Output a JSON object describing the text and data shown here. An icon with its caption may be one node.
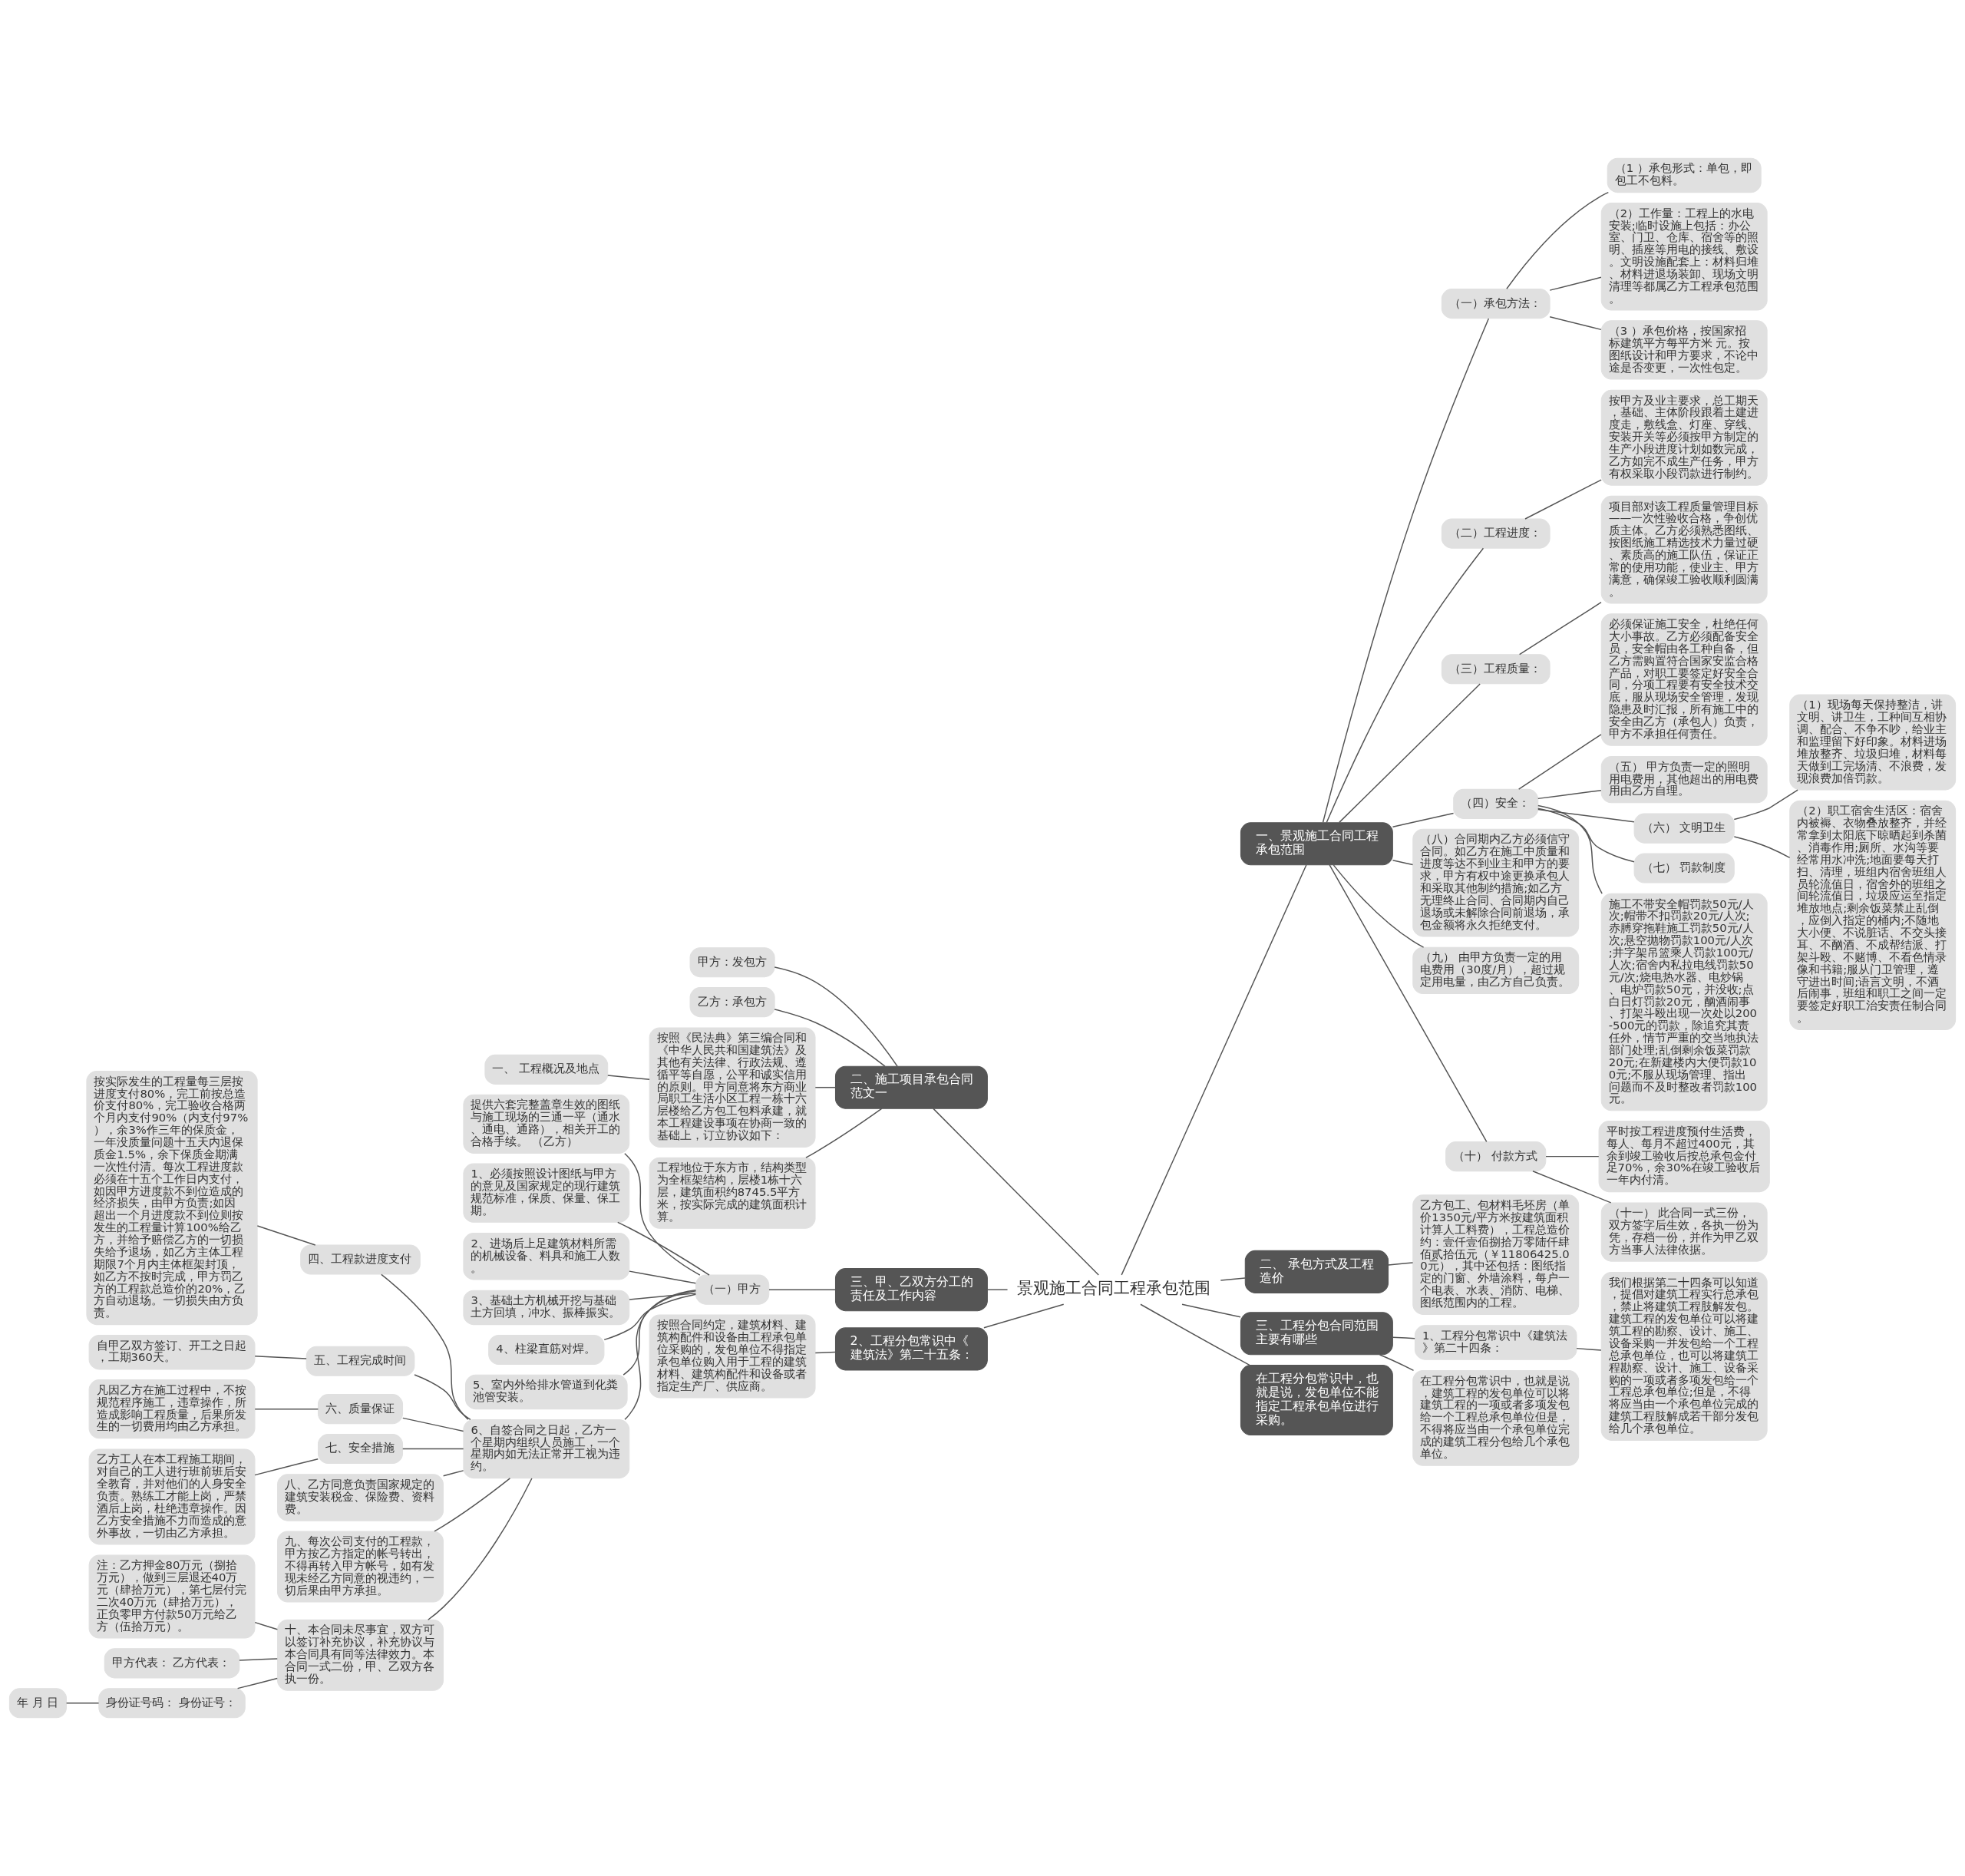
{
  "diagram": {
    "nodes": [
      {
        "text": [
          "景观施工合同工程承包范围"
        ]
      },
      {
        "text": [
          "一、景观施工合同工程承包范围"
        ]
      },
      {
        "text": [
          "（一）承包方法："
        ]
      },
      {
        "text": [
          "（1 ）承包形式：单包，即包工不包料。"
        ]
      },
      {
        "text": [
          "（2）工作量：工程上的水电安装;临时设施上包括：办公室、门卫、仓库、宿舍等的照明、插座等用电的接线、敷设。文明设施配套上：材料归堆、材料进退场装卸、现场文明清理等都属乙方工程承包范围。"
        ]
      },
      {
        "text": [
          "（3 ）承包价格，按国家招标建筑平方每平方米 元。按图纸设计和甲方要求，不论中途是否变更，一次性包定。"
        ]
      },
      {
        "text": [
          "（二）工程进度："
        ]
      },
      {
        "text": [
          "按甲方及业主要求，总工期天，基础、主体阶段跟着土建进度走，敷线盒、灯座、穿线、安装开关等必须按甲方制定的生产小段进度计划如数完成，乙方如完不成生产任务，甲方有权采取小段罚款进行制约。"
        ]
      },
      {
        "text": [
          "（三）工程质量："
        ]
      },
      {
        "text": [
          "项目部对该工程质量管理目标——一次性验收合格，争创优质主体。乙方必须熟悉图纸、按图纸施工精选技术力量过硬、素质高的施工队伍，保证正常的使用功能，使业主、甲方满意，确保竣工验收顺利圆满。"
        ]
      },
      {
        "text": [
          "（四）安全："
        ]
      },
      {
        "text": [
          "必须保证施工安全，杜绝任何大小事故。乙方必须配备安全员，安全帽由各工种自备，但乙方需购置符合国家安监合格产品，对职工要签定好安全合同，分项工程要有安全技术交底，服从现场安全管理，发现隐患及时汇报，所有施工中的安全由乙方（承包人）负责，甲方不承担任何责任。"
        ]
      },
      {
        "text": [
          "（五） 甲方负责一定的照明用电费用，其他超出的用电费用由乙方自理。"
        ]
      },
      {
        "text": [
          "（六） 文明卫生"
        ]
      },
      {
        "text": [
          "（1）现场每天保持整洁，讲文明、讲卫生，工种间互相协调、配合、不争不吵，给业主和监理留下好印象。材料进场堆放整齐、垃圾归堆，材料每天做到工完场清、不浪费，发现浪费加倍罚款。"
        ]
      },
      {
        "text": [
          "（2）职工宿舍生活区：宿舍内被褥、衣物叠放整齐，并经常拿到太阳底下晾晒起到杀菌、消毒作用;厕所、水沟等要经常用水冲洗;地面要每天打扫、清理，班组内宿舍班组人员轮流值日，宿舍外的班组之间轮流值日，垃圾应运至指定堆放地点;剩余饭菜禁止乱倒，应倒入指定的桶内;不随地大小便、不说脏话、不交头接耳、不酗酒、不成帮结派、打架斗殴、不赌博、不看色情录像和书籍;服从门卫管理，遵守进出时间;语言文明，不酒后闹事，班组和职工之间一定要签定好职工治安责任制合同。"
        ]
      },
      {
        "text": [
          "（七） 罚款制度"
        ]
      },
      {
        "text": [
          "施工不带安全帽罚款50元/人次;帽带不扣罚款20元/人次;赤膊穿拖鞋施工罚款50元/人次;悬空抛物罚款100元/人次;井字架吊篮乘人罚款100元/人次;宿舍内私拉电线罚款50元/次;烧电热水器、电炒锅、电炉罚款50元，并没收;点白日灯罚款20元，酗酒闹事、打架斗殴出现一次处以200-500元的罚款，除追究其责任外，情节严重的交当地执法部门处理;乱倒剩余饭菜罚款20元;在新建楼内大便罚款100元;不服从现场管理、指出问题而不及时整改者罚款100元。"
        ]
      },
      {
        "text": [
          "（八）合同期内乙方必须信守合同。如乙方在施工中质量和进度等达不到业主和甲方的要求，甲方有权中途更换承包人和采取其他制约措施;如乙方无理终止合同、合同期内自己退场或未解除合同前退场，承包金额将永久拒绝支付。"
        ]
      },
      {
        "text": [
          "（九） 由甲方负责一定的用电费用（30度/月），超过规定用电量，由乙方自己负责。"
        ]
      },
      {
        "text": [
          "（十） 付款方式"
        ]
      },
      {
        "text": [
          "平时按工程进度预付生活费，每人、每月不超过400元，其余到竣工验收后按总承包金付足70%，余30%在竣工验收后一年内付清。"
        ]
      },
      {
        "text": [
          "（十一） 此合同一式三份，双方签字后生效，各执一份为凭，存档一份，并作为甲乙双方当事人法律依据。"
        ]
      },
      {
        "text": [
          "二、 承包方式及工程造价"
        ]
      },
      {
        "text": [
          "乙方包工、包材料毛坯房（单价1350元/平方米按建筑面积计算人工料费），工程总造价约：壹仟壹佰捌拾万零陆仟肆佰贰拾伍元（￥11806425.00元），其中还包括：图纸指定的门窗、外墙涂料，每户一个电表、水表、消防、电梯、图纸范围内的工程。"
        ]
      },
      {
        "text": [
          "三、工程分包合同范围主要有哪些"
        ]
      },
      {
        "text": [
          "1、工程分包常识中《建筑法》第二十四条："
        ]
      },
      {
        "text": [
          "我们根据第二十四条可以知道，提倡对建筑工程实行总承包，禁止将建筑工程肢解发包。建筑工程的发包单位可以将建筑工程的勘察、设计、施工、设备采购一并发包给一个工程总承包单位，也可以将建筑工程勘察、设计、施工、设备采购的一项或者多项发包给一个工程总承包单位;但是，不得将应当由一个承包单位完成的建筑工程肢解成若干部分发包给几个承包单位。"
        ]
      },
      {
        "text": [
          "在工程分包常识中，也就是说，建筑工程的发包单位可以将建筑工程的一项或者多项发包给一个工程总承包单位但是，不得将应当由一个承包单位完成的建筑工程分包给几个承包单位。"
        ]
      },
      {
        "text": [
          "在工程分包常识中，也就是说，发包单位不能指定工程承包单位进行采购。"
        ]
      },
      {
        "text": [
          "二、施工项目承包合同范文一"
        ]
      },
      {
        "text": [
          "甲方：发包方"
        ]
      },
      {
        "text": [
          "乙方：承包方"
        ]
      },
      {
        "text": [
          "按照《民法典》第三编合同和《中华人民共和国建筑法》及其他有关法律、行政法规、遵循平等自愿，公平和诚实信用的原则。甲方同意将东方商业局职工生活小区工程一栋十六层楼给乙方包工包料承建，就本工程建设事项在协商一致的基础上，订立协议如下："
        ]
      },
      {
        "text": [
          "一、 工程概况及地点"
        ]
      },
      {
        "text": [
          "工程地位于东方市，结构类型为全框架结构，层楼1栋十六层，建筑面积约8745.5平方米，按实际完成的建筑面积计算。"
        ]
      },
      {
        "text": [
          "三、甲、乙双方分工的责任及工作内容"
        ]
      },
      {
        "text": [
          "（一）甲方"
        ]
      },
      {
        "text": [
          "提供六套完整盖章生效的图纸与施工现场的三通一平（通水、通电、通路），相关开工的合格手续。 （乙方）"
        ]
      },
      {
        "text": [
          "1、必须按照设计图纸与甲方的意见及国家规定的现行建筑规范标准，保质、保量、保工期。"
        ]
      },
      {
        "text": [
          "2、进场后上足建筑材料所需的机械设备、料具和施工人数。"
        ]
      },
      {
        "text": [
          "3、基础土方机械开挖与基础土方回填，冲水、振棒振实。"
        ]
      },
      {
        "text": [
          "4、柱梁直筋对焊。"
        ]
      },
      {
        "text": [
          "5、室内外给排水管道到化粪池管安装。"
        ]
      },
      {
        "text": [
          "6、自签合同之日起，乙方一个星期内组织人员施工，一个星期内如无法正常开工视为违约。"
        ]
      },
      {
        "text": [
          "四、工程款进度支付"
        ]
      },
      {
        "text": [
          "按实际发生的工程量每三层按进度支付80%，完工前按总造价支付80%，完工验收合格两个月内支付90%（内支付97%），余3%作三年的保质金，一年没质量问题十五天内退保质金1.5%，余下保质金期满一次性付清。每次工程进度款必须在十五个工作日内支付，如因甲方进度款不到位造成的经济损失，由甲方负责;如因超出一个月进度款不到位则按发生的工程量计算100%给乙方，并给予赔偿乙方的一切损失给予退场，如乙方主体工程期限7个月内主体框架封顶，如乙方不按时完成，甲方罚乙方的工程款总造价的20%，乙方自动退场。一切损失由方负责。"
        ]
      },
      {
        "text": [
          "五、工程完成时间"
        ]
      },
      {
        "text": [
          "自甲乙双方签订、开工之日起，工期360天。"
        ]
      },
      {
        "text": [
          "六、质量保证"
        ]
      },
      {
        "text": [
          "凡因乙方在施工过程中，不按规范程序施工，违章操作，所造成影响工程质量，后果所发生的一切费用均由乙方承担。"
        ]
      },
      {
        "text": [
          "七、安全措施"
        ]
      },
      {
        "text": [
          "乙方工人在本工程施工期间，对自己的工人进行班前班后安全教育，并对他们的人身安全负责。熟练工才能上岗，严禁酒后上岗，杜绝违章操作。因乙方安全措施不力而造成的意外事故，一切由乙方承担。"
        ]
      },
      {
        "text": [
          "八、乙方同意负责国家规定的建筑安装税金、保险费、资料费。"
        ]
      },
      {
        "text": [
          "九、每次公司支付的工程款，甲方按乙方指定的帐号转出，不得再转入甲方帐号，如有发现未经乙方同意的视违约，一切后果由甲方承担。"
        ]
      },
      {
        "text": [
          "十、本合同未尽事宜，双方可以签订补充协议，补充协议与本合同具有同等法律效力。本合同一式二份，甲、乙双方各执一份。"
        ]
      },
      {
        "text": [
          "注：乙方押金80万元（捌拾万元），做到三层退还40万元（肆拾万元），第七层付完二次40万元（肆拾万元），正负零甲方付款50万元给乙方（伍拾万元）。"
        ]
      },
      {
        "text": [
          "甲方代表： 乙方代表："
        ]
      },
      {
        "text": [
          "身份证号码： 身份证号："
        ]
      },
      {
        "text": [
          "年 月 日"
        ]
      },
      {
        "text": [
          "2、工程分包常识中《建筑法》第二十五条："
        ]
      },
      {
        "text": [
          "按照合同约定，建筑材料、建筑构配件和设备由工程承包单位采购的，发包单位不得指定承包单位购入用于工程的建筑材料、建筑构配件和设备或者指定生产厂、供应商。"
        ]
      }
    ],
    "edges": [
      {
        "from": 0,
        "to": 1,
        "arrow": "none"
      },
      {
        "from": 1,
        "to": 2,
        "arrow": "none"
      },
      {
        "from": 2,
        "to": 3,
        "arrow": "none"
      },
      {
        "from": 2,
        "to": 4,
        "arrow": "none"
      },
      {
        "from": 2,
        "to": 5,
        "arrow": "none"
      },
      {
        "from": 1,
        "to": 6,
        "arrow": "none"
      },
      {
        "from": 6,
        "to": 7,
        "arrow": "none"
      },
      {
        "from": 1,
        "to": 8,
        "arrow": "none"
      },
      {
        "from": 8,
        "to": 9,
        "arrow": "none"
      },
      {
        "from": 1,
        "to": 10,
        "arrow": "none"
      },
      {
        "from": 10,
        "to": 11,
        "arrow": "none"
      },
      {
        "from": 10,
        "to": 12,
        "arrow": "none"
      },
      {
        "from": 10,
        "to": 13,
        "arrow": "none"
      },
      {
        "from": 13,
        "to": 14,
        "arrow": "none"
      },
      {
        "from": 13,
        "to": 15,
        "arrow": "none"
      },
      {
        "from": 10,
        "to": 16,
        "arrow": "none"
      },
      {
        "from": 10,
        "to": 17,
        "arrow": "none"
      },
      {
        "from": 1,
        "to": 18,
        "arrow": "none"
      },
      {
        "from": 1,
        "to": 19,
        "arrow": "none"
      },
      {
        "from": 1,
        "to": 20,
        "arrow": "none"
      },
      {
        "from": 20,
        "to": 21,
        "arrow": "none"
      },
      {
        "from": 20,
        "to": 22,
        "arrow": "none"
      },
      {
        "from": 0,
        "to": 23,
        "arrow": "none"
      },
      {
        "from": 23,
        "to": 24,
        "arrow": "none"
      },
      {
        "from": 0,
        "to": 25,
        "arrow": "none"
      },
      {
        "from": 25,
        "to": 26,
        "arrow": "none"
      },
      {
        "from": 26,
        "to": 27,
        "arrow": "none"
      },
      {
        "from": 25,
        "to": 28,
        "arrow": "none"
      },
      {
        "from": 0,
        "to": 29,
        "arrow": "none"
      },
      {
        "from": 0,
        "to": 30,
        "arrow": "none"
      },
      {
        "from": 30,
        "to": 31,
        "arrow": "none"
      },
      {
        "from": 30,
        "to": 32,
        "arrow": "none"
      },
      {
        "from": 30,
        "to": 33,
        "arrow": "none"
      },
      {
        "from": 33,
        "to": 34,
        "arrow": "none"
      },
      {
        "from": 30,
        "to": 35,
        "arrow": "none"
      },
      {
        "from": 0,
        "to": 36,
        "arrow": "none"
      },
      {
        "from": 36,
        "to": 37,
        "arrow": "none"
      },
      {
        "from": 37,
        "to": 38,
        "arrow": "none"
      },
      {
        "from": 37,
        "to": 39,
        "arrow": "none"
      },
      {
        "from": 37,
        "to": 40,
        "arrow": "none"
      },
      {
        "from": 37,
        "to": 41,
        "arrow": "none"
      },
      {
        "from": 37,
        "to": 42,
        "arrow": "none"
      },
      {
        "from": 37,
        "to": 43,
        "arrow": "none"
      },
      {
        "from": 37,
        "to": 44,
        "arrow": "none"
      },
      {
        "from": 44,
        "to": 45,
        "arrow": "none"
      },
      {
        "from": 45,
        "to": 46,
        "arrow": "none"
      },
      {
        "from": 44,
        "to": 47,
        "arrow": "none"
      },
      {
        "from": 47,
        "to": 48,
        "arrow": "none"
      },
      {
        "from": 44,
        "to": 49,
        "arrow": "none"
      },
      {
        "from": 49,
        "to": 50,
        "arrow": "none"
      },
      {
        "from": 44,
        "to": 51,
        "arrow": "none"
      },
      {
        "from": 51,
        "to": 52,
        "arrow": "none"
      },
      {
        "from": 44,
        "to": 53,
        "arrow": "none"
      },
      {
        "from": 44,
        "to": 54,
        "arrow": "none"
      },
      {
        "from": 44,
        "to": 55,
        "arrow": "none"
      },
      {
        "from": 55,
        "to": 56,
        "arrow": "none"
      },
      {
        "from": 55,
        "to": 57,
        "arrow": "none"
      },
      {
        "from": 55,
        "to": 58,
        "arrow": "none"
      },
      {
        "from": 58,
        "to": 59,
        "arrow": "none"
      },
      {
        "from": 0,
        "to": 60,
        "arrow": "none"
      },
      {
        "from": 60,
        "to": 61,
        "arrow": "none"
      }
    ]
  }
}
